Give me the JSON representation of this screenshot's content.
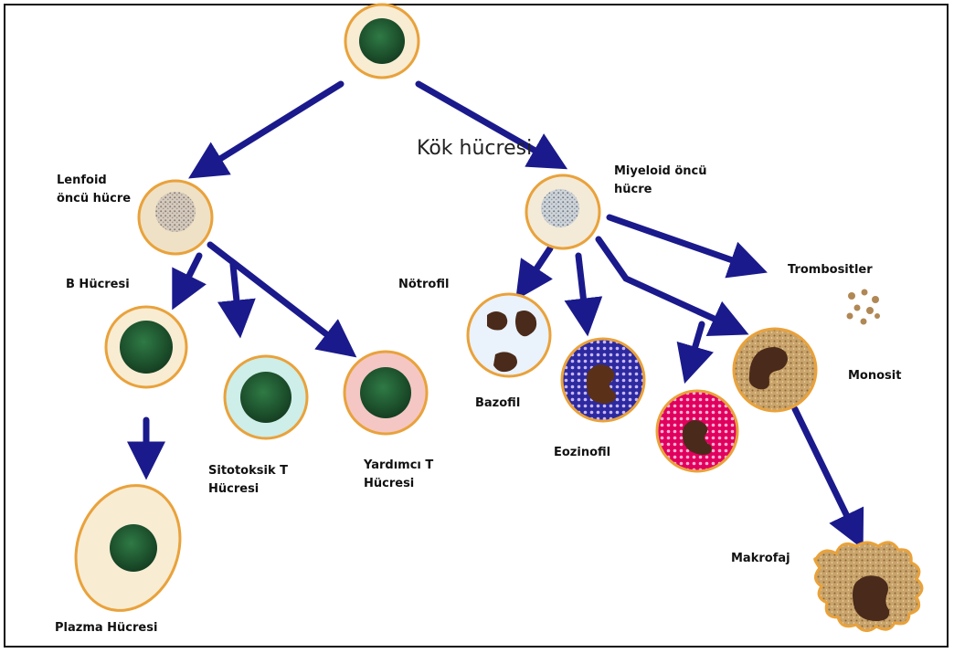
{
  "title": "Kök hücresi",
  "labels": {
    "lenfoid": "Lenfoid öncü hücre",
    "miyeloid": "Miyeloid öncü hücre",
    "b_cell": "B Hücresi",
    "netrofil": "Nötrofil",
    "trombosit": "Trombositler",
    "bazofil": "Bazofil",
    "eozinofil": "Eozinofil",
    "monosit": "Monosit",
    "sitotoksik": "Sitotoksik T Hücresi",
    "yardimci": "Yardımcı T Hücresi",
    "makrofaj": "Makrofaj",
    "plazma": "Plazma Hücresi"
  },
  "colors": {
    "arrow": "#1a1a8c",
    "cell_border": "#e9a23b",
    "nucleus": "#1f5e32",
    "cytoplasm": "#f8ecd3"
  }
}
